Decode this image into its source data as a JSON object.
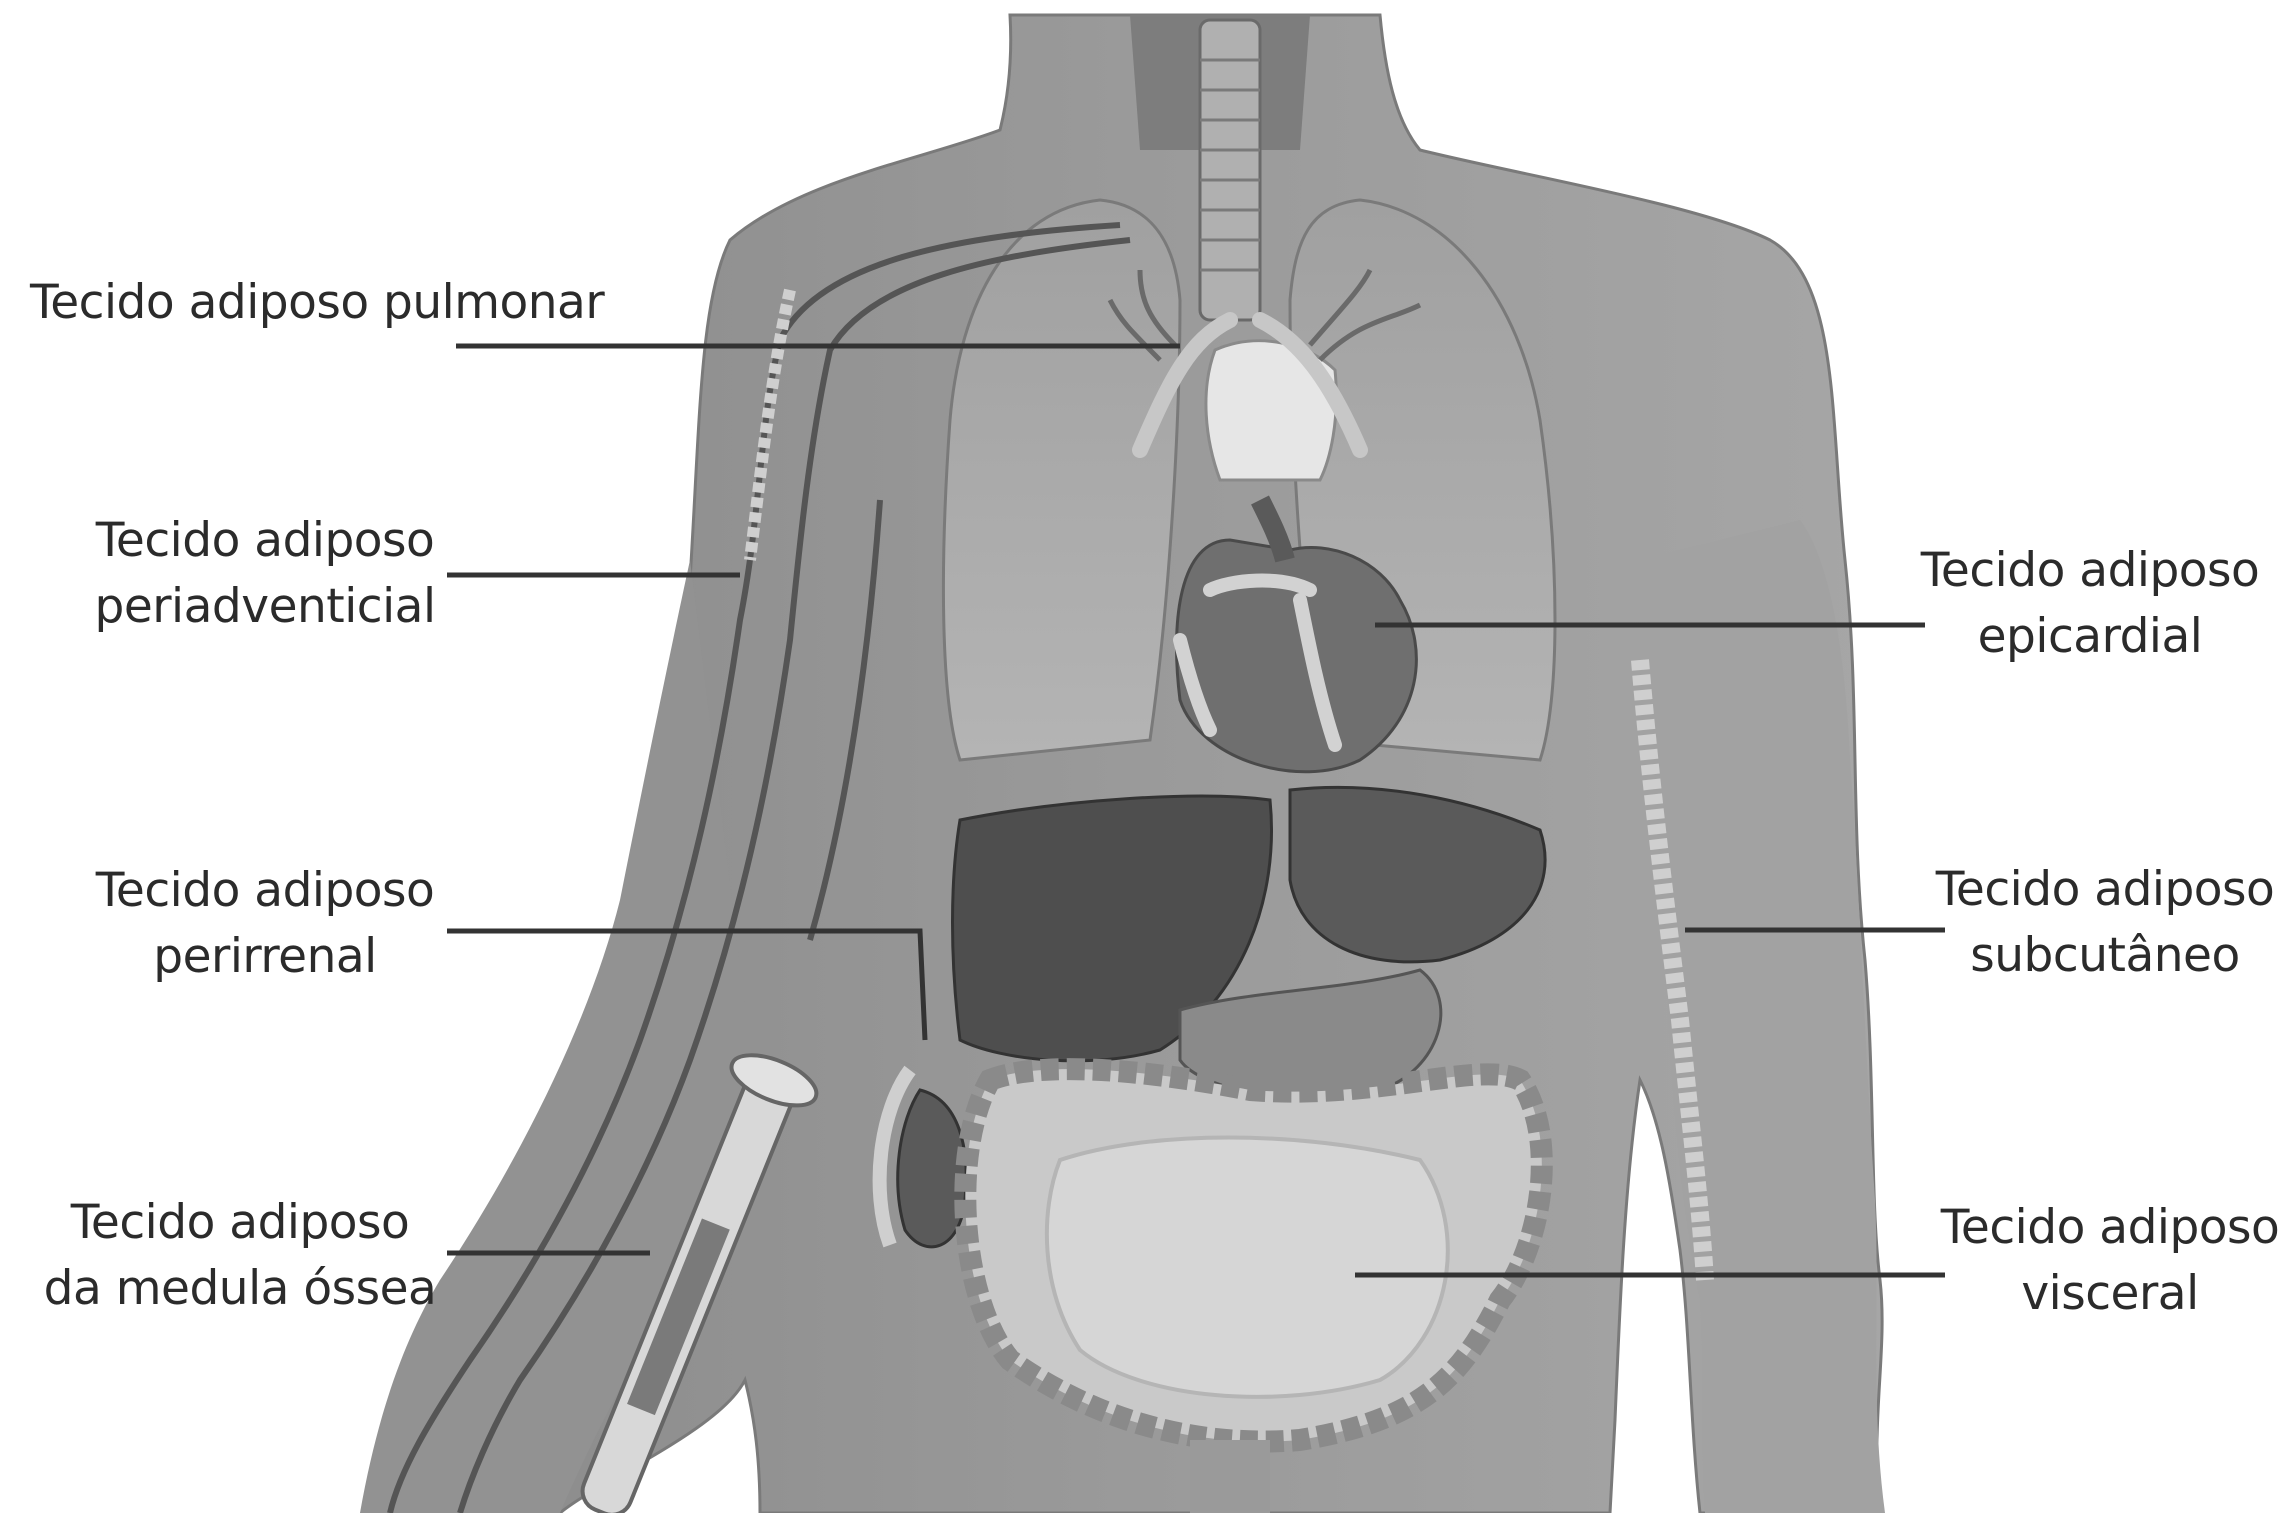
{
  "labels": {
    "pulmonar": {
      "line1": "Tecido adiposo pulmonar"
    },
    "periadventicial": {
      "line1": "Tecido adiposo",
      "line2": "periadventicial"
    },
    "perirrenal": {
      "line1": "Tecido adiposo",
      "line2": "perirrenal"
    },
    "medula": {
      "line1": "Tecido adiposo",
      "line2": "da medula óssea"
    },
    "epicardial": {
      "line1": "Tecido adiposo",
      "line2": "epicardial"
    },
    "subcutaneo": {
      "line1": "Tecido adiposo",
      "line2": "subcutâneo"
    },
    "visceral": {
      "line1": "Tecido adiposo",
      "line2": "visceral"
    }
  },
  "colors": {
    "body": "#8c8c8c",
    "body_light": "#a8a8a8",
    "organ_dark": "#4a4a4a",
    "organ_mid": "#6e6e6e",
    "fat": "#cfcfcf",
    "leader_line": "#333333"
  }
}
